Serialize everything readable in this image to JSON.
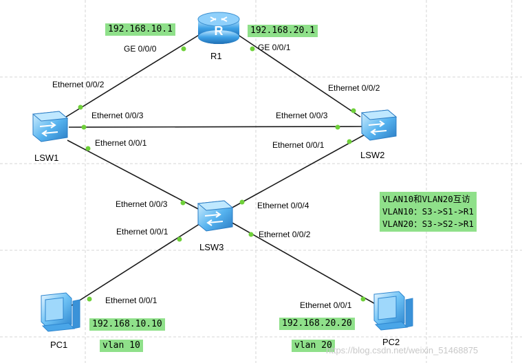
{
  "colors": {
    "tag_bg": "#8fe08a",
    "link": "#1a1a1a",
    "port_dot": "#6fd03a",
    "device_blue": "#2f8fd6",
    "grid": "#d6d6d6"
  },
  "devices": {
    "r1": "R1",
    "lsw1": "LSW1",
    "lsw2": "LSW2",
    "lsw3": "LSW3",
    "pc1": "PC1",
    "pc2": "PC2"
  },
  "ports": {
    "r1_ge000": "GE 0/0/0",
    "r1_ge001": "GE 0/0/1",
    "lsw1_e2": "Ethernet 0/0/2",
    "lsw1_e3": "Ethernet 0/0/3",
    "lsw1_e1": "Ethernet 0/0/1",
    "lsw2_e2": "Ethernet 0/0/2",
    "lsw2_e3": "Ethernet 0/0/3",
    "lsw2_e1": "Ethernet 0/0/1",
    "lsw3_e3": "Ethernet 0/0/3",
    "lsw3_e4": "Ethernet 0/0/4",
    "lsw3_e1": "Ethernet 0/0/1",
    "lsw3_e2": "Ethernet 0/0/2",
    "pc1_e1": "Ethernet 0/0/1",
    "pc2_e1": "Ethernet 0/0/1"
  },
  "tags": {
    "r1_ip_left": "192.168.10.1",
    "r1_ip_right": "192.168.20.1",
    "pc1_ip": "192.168.10.10",
    "pc1_vlan": "vlan 10",
    "pc2_ip": "192.168.20.20",
    "pc2_vlan": "vlan 20"
  },
  "note": {
    "line1": "VLAN10和VLAN20互访",
    "line2": "VLAN10：S3->S1->R1",
    "line3": "VLAN20：S3->S2->R1"
  },
  "watermark": "https://blog.csdn.net/weixin_51468875",
  "icons": {
    "router": "router-icon",
    "switch": "switch-icon",
    "pc": "pc-icon"
  }
}
